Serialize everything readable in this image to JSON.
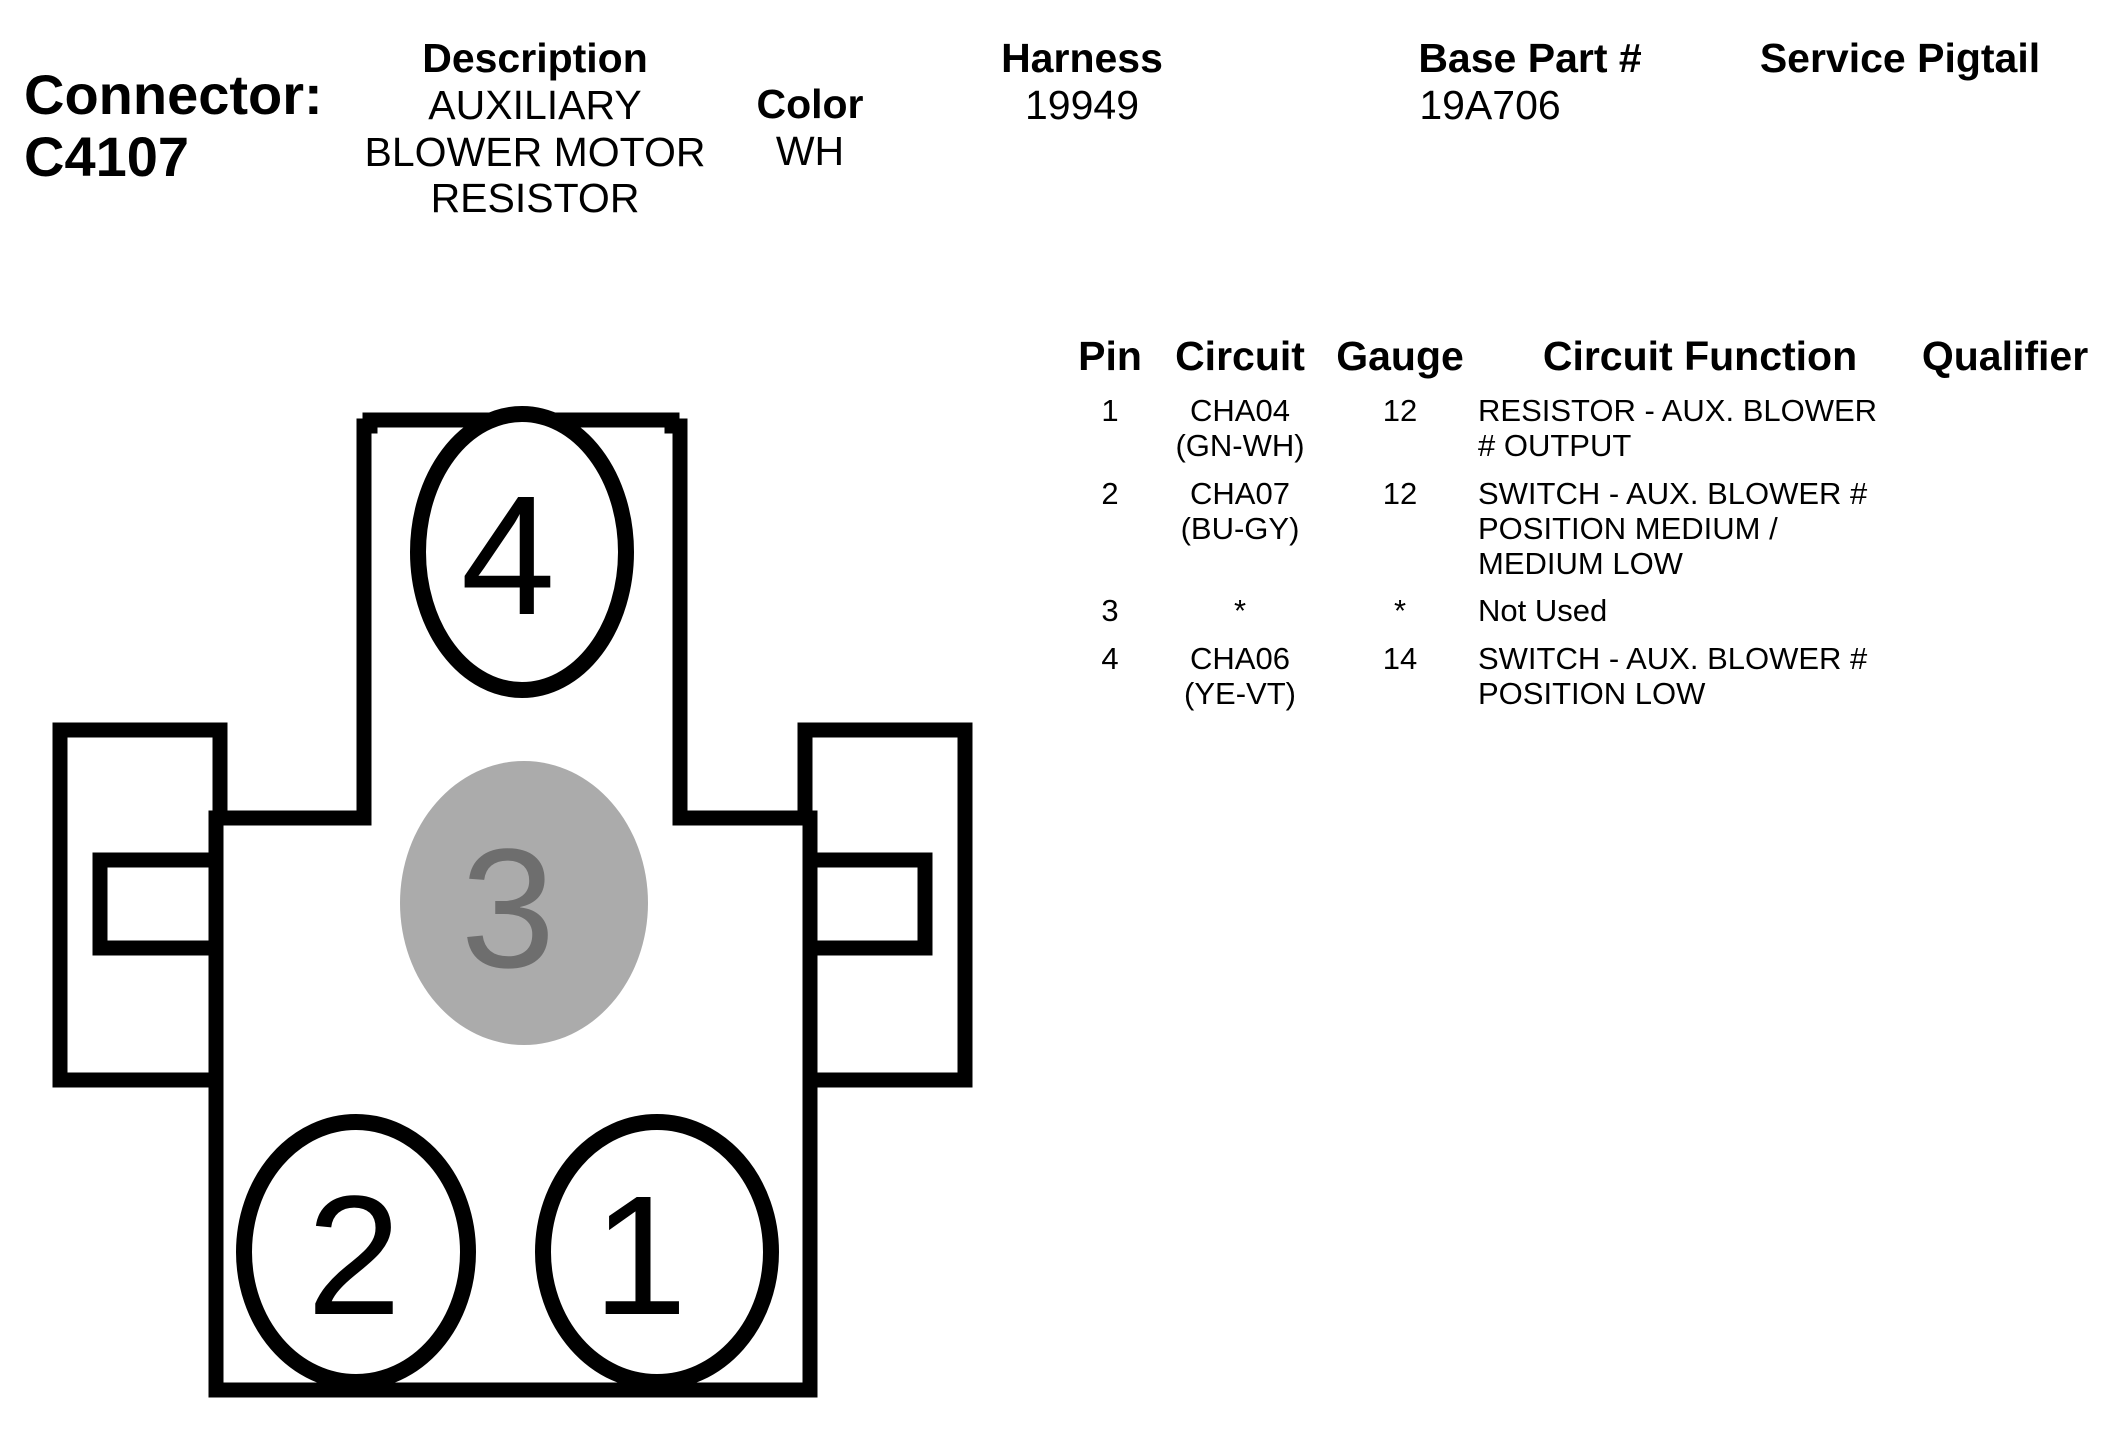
{
  "connector": {
    "label": "Connector:",
    "id": "C4107"
  },
  "header": {
    "description": {
      "title": "Description",
      "lines": [
        "AUXILIARY",
        "BLOWER MOTOR",
        "RESISTOR"
      ]
    },
    "color": {
      "title": "Color",
      "value": "WH"
    },
    "harness": {
      "title": "Harness",
      "value": "19949"
    },
    "base_part": {
      "title": "Base Part #",
      "value": "19A706"
    },
    "service_pigtail": {
      "title": "Service Pigtail",
      "value": ""
    }
  },
  "table": {
    "headers": {
      "pin": "Pin",
      "circuit": "Circuit",
      "gauge": "Gauge",
      "function": "Circuit Function",
      "qualifier": "Qualifier"
    },
    "rows": [
      {
        "pin": "1",
        "circuit": [
          "CHA04",
          "(GN-WH)"
        ],
        "gauge": "12",
        "function": [
          "RESISTOR - AUX. BLOWER",
          "# OUTPUT"
        ],
        "qualifier": ""
      },
      {
        "pin": "2",
        "circuit": [
          "CHA07",
          "(BU-GY)"
        ],
        "gauge": "12",
        "function": [
          "SWITCH - AUX. BLOWER #",
          "POSITION MEDIUM /",
          "MEDIUM LOW"
        ],
        "qualifier": ""
      },
      {
        "pin": "3",
        "circuit": [
          "*"
        ],
        "gauge": "*",
        "function": [
          "Not Used"
        ],
        "qualifier": ""
      },
      {
        "pin": "4",
        "circuit": [
          "CHA06",
          "(YE-VT)"
        ],
        "gauge": "14",
        "function": [
          "SWITCH - AUX. BLOWER #",
          "POSITION LOW"
        ],
        "qualifier": ""
      }
    ]
  },
  "diagram": {
    "pins": [
      {
        "label": "4",
        "used": true
      },
      {
        "label": "3",
        "used": false
      },
      {
        "label": "2",
        "used": true
      },
      {
        "label": "1",
        "used": true
      }
    ],
    "colors": {
      "outline": "#000000",
      "fill": "#ffffff",
      "unused_pin_fill": "#ababab",
      "unused_pin_text": "#6e6e6e"
    }
  }
}
